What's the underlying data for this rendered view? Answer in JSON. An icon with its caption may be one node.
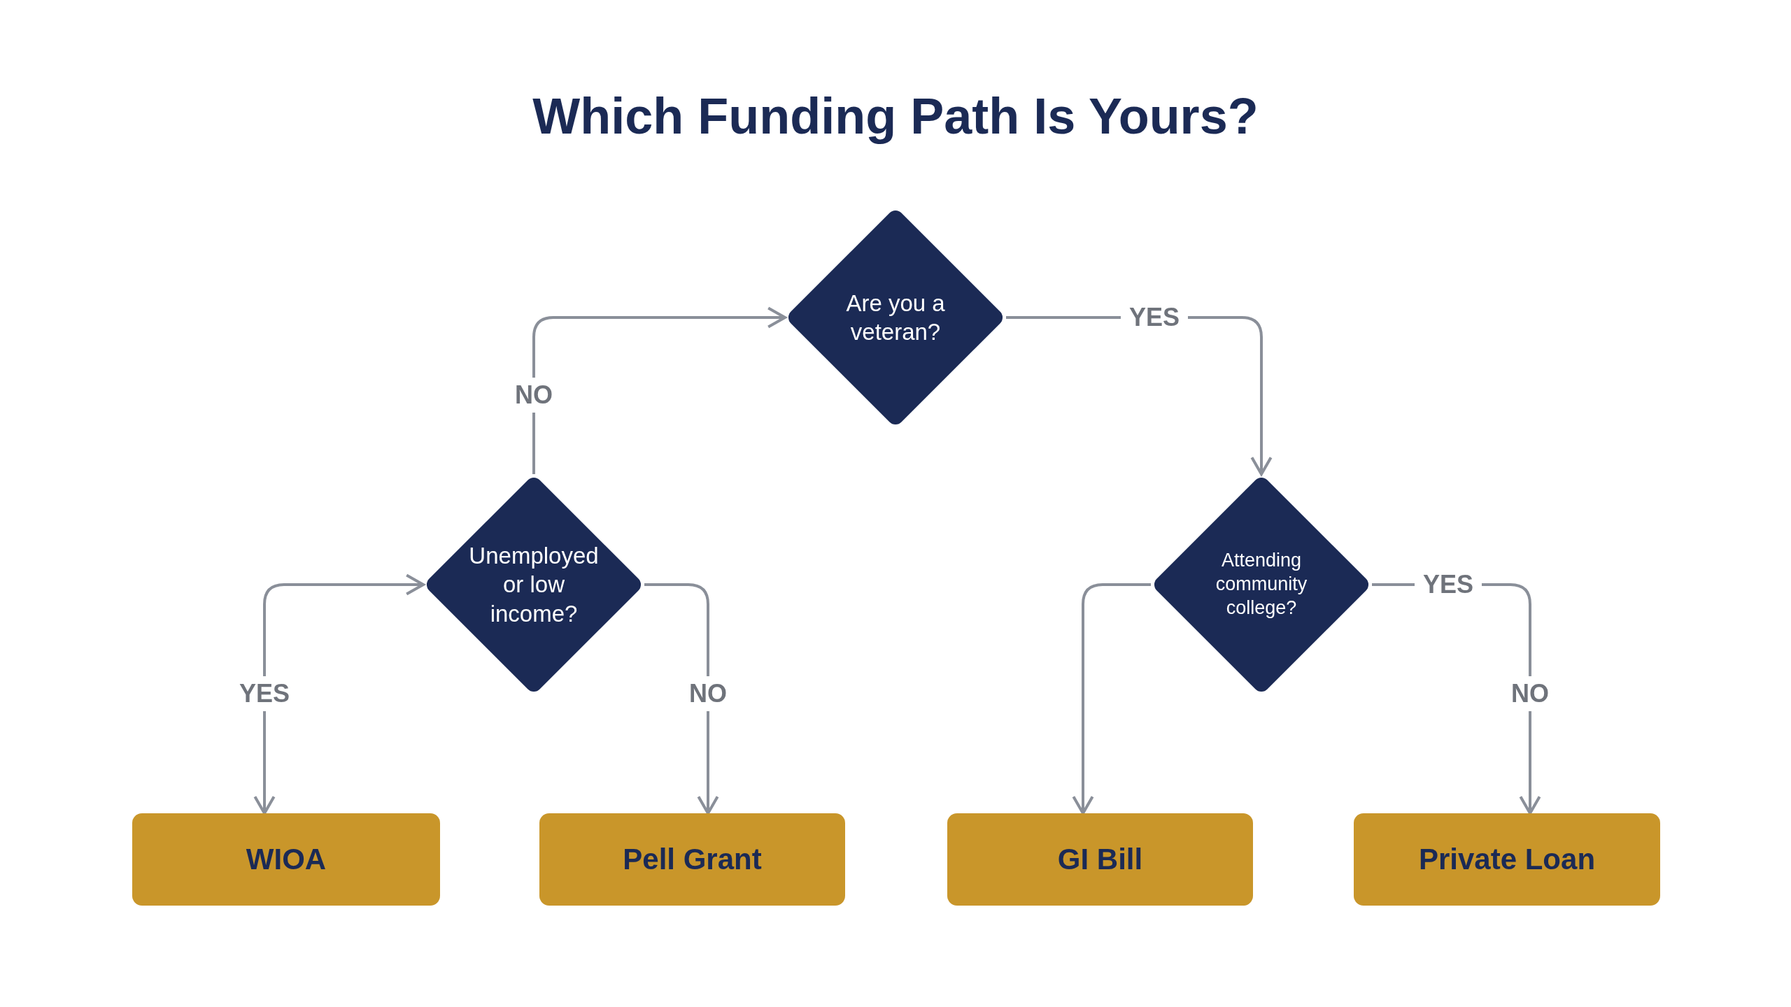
{
  "diagram": {
    "title": "Which Funding Path Is Yours?",
    "nodes": [
      {
        "text": [
          "Are you a veteran?"
        ]
      },
      {
        "text": [
          "Unemployed or low income?"
        ]
      },
      {
        "text": [
          "Attending community college?"
        ]
      },
      {
        "text": [
          "WIOA"
        ]
      },
      {
        "text": [
          "Pell Grant"
        ]
      },
      {
        "text": [
          "GI Bill"
        ]
      },
      {
        "text": [
          "Private Loan"
        ]
      }
    ],
    "edges": [
      {
        "from": 1,
        "to": 0,
        "arrow": "to",
        "label": "NO"
      },
      {
        "from": 0,
        "to": 2,
        "arrow": "to",
        "label": "YES"
      },
      {
        "from": 1,
        "to": 3,
        "arrow": "both",
        "label": "YES"
      },
      {
        "from": 1,
        "to": 4,
        "arrow": "to",
        "label": "NO"
      },
      {
        "from": 2,
        "to": 5,
        "arrow": "to"
      },
      {
        "from": 2,
        "to": 6,
        "arrow": "to",
        "label": "YES"
      }
    ],
    "labels": [
      "NO"
    ]
  }
}
